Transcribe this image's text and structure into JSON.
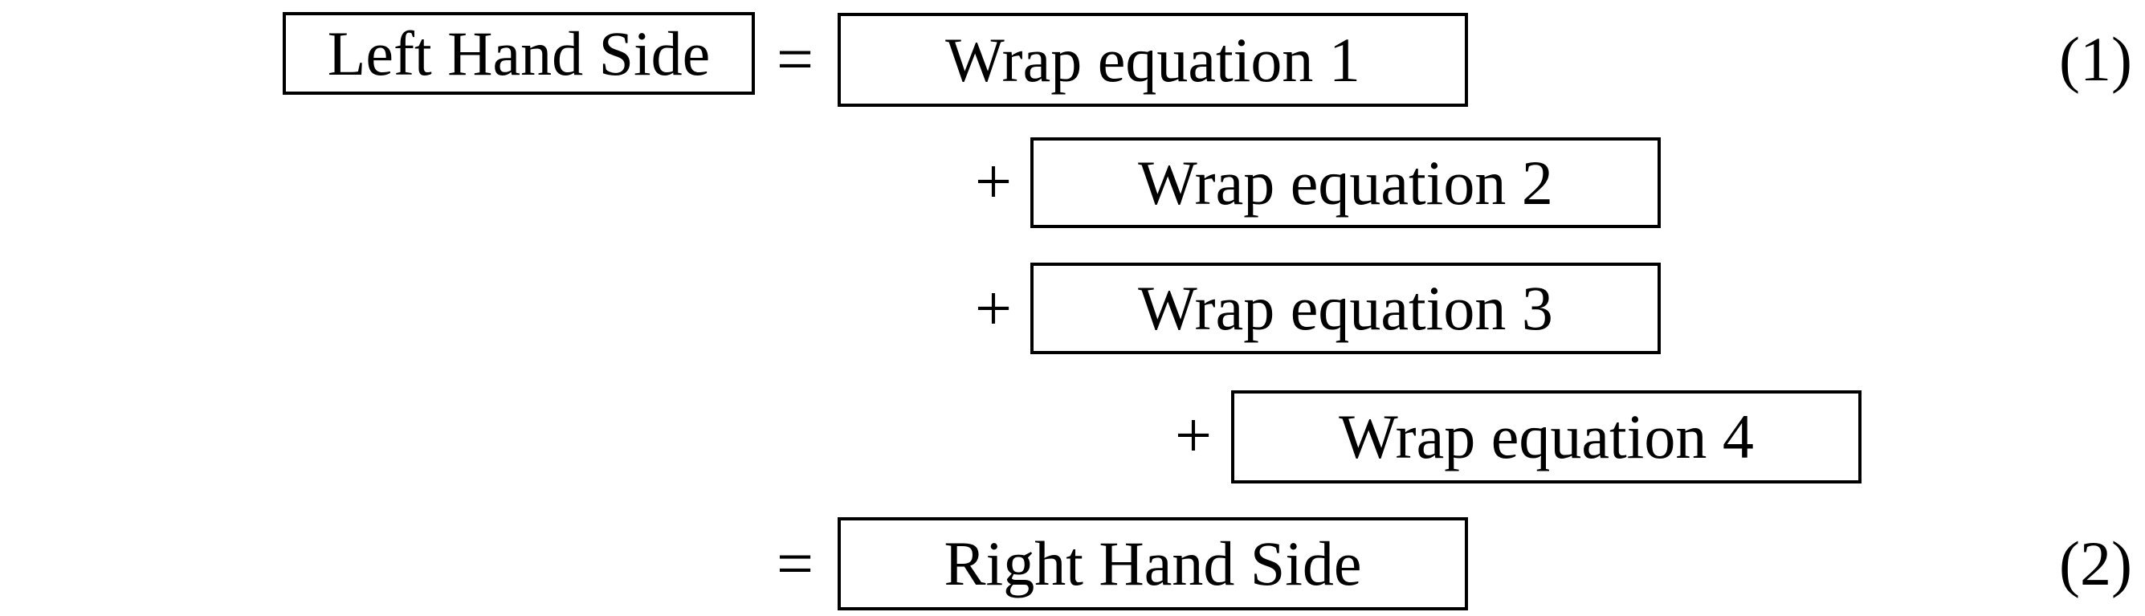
{
  "figure": {
    "background_color": "#ffffff",
    "ink_color": "#000000",
    "description": "Typeset aligned equation block with framed boxes",
    "rows": [
      {
        "lhs": "Left Hand Side",
        "op": "=",
        "box": "Wrap equation 1",
        "number": "(1)"
      },
      {
        "op": "+",
        "box": "Wrap equation 2"
      },
      {
        "op": "+",
        "box": "Wrap equation 3"
      },
      {
        "op": "+",
        "box": "Wrap equation 4"
      },
      {
        "op": "=",
        "box": "Right Hand Side",
        "number": "(2)"
      }
    ]
  }
}
